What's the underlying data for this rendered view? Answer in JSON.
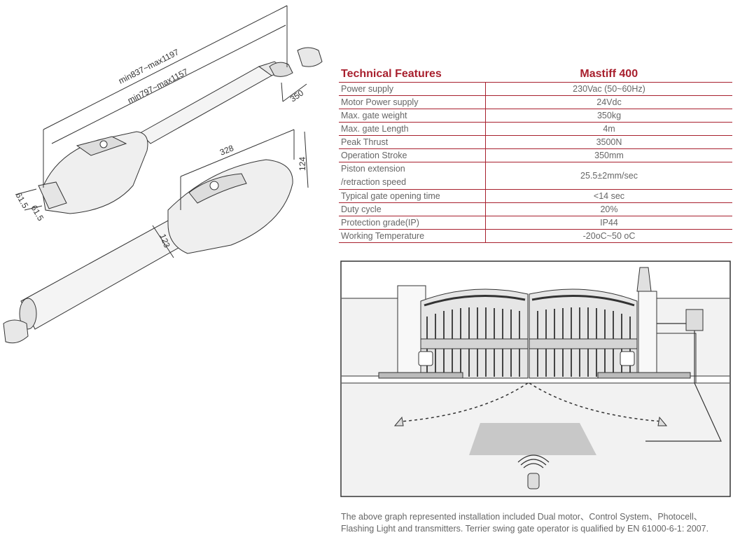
{
  "drawing": {
    "dim_max": "min837~max1197",
    "dim_stroke": "min797~max1157",
    "dim_350": "350",
    "dim_328": "328",
    "dim_124": "124",
    "dim_123": "123",
    "dim_615a": "61.5",
    "dim_615b": "61.5"
  },
  "specs": {
    "heading_label": "Technical Features",
    "heading_model": "Mastiff 400",
    "rows": [
      {
        "label": "Power supply",
        "value": "230Vac (50~60Hz)"
      },
      {
        "label": "Motor Power supply",
        "value": "24Vdc"
      },
      {
        "label": "Max. gate weight",
        "value": "350kg"
      },
      {
        "label": "Max. gate Length",
        "value": "4m"
      },
      {
        "label": "Peak Thrust",
        "value": "3500N"
      },
      {
        "label": "Operation Stroke",
        "value": "350mm"
      },
      {
        "label_line1": "Piston extension",
        "label_line2": "/retraction speed",
        "value": "25.5±2mm/sec"
      },
      {
        "label": "Typical gate opening time",
        "value": "<14 sec"
      },
      {
        "label": "Duty cycle",
        "value": "20%"
      },
      {
        "label": "Protection grade(IP)",
        "value": "IP44"
      },
      {
        "label": "Working Temperature",
        "value": "-20oC~50 oC"
      }
    ]
  },
  "caption": {
    "line1": "The above graph represented installation included Dual motor、Control System、Photocell、",
    "line2": "Flashing Light and transmitters. Terrier swing gate operator is qualified by EN 61000-6-1: 2007."
  },
  "colors": {
    "accent": "#a8202e",
    "line": "#333333",
    "ground": "#f2f2f2",
    "zone": "#c8c8c8"
  }
}
